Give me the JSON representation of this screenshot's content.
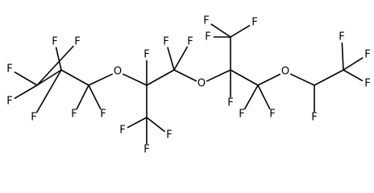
{
  "molecule": {
    "atoms": [
      {
        "id": "F1",
        "element": "F"
      },
      {
        "id": "F2",
        "element": "F"
      },
      {
        "id": "F3",
        "element": "F"
      },
      {
        "id": "C1",
        "element": "C"
      },
      {
        "id": "F4",
        "element": "F"
      },
      {
        "id": "F5",
        "element": "F"
      },
      {
        "id": "C2",
        "element": "C"
      },
      {
        "id": "F6",
        "element": "F"
      },
      {
        "id": "F7",
        "element": "F"
      },
      {
        "id": "C3",
        "element": "C"
      },
      {
        "id": "O1",
        "element": "O"
      },
      {
        "id": "C4",
        "element": "C"
      },
      {
        "id": "F8",
        "element": "F"
      },
      {
        "id": "C5",
        "element": "C"
      },
      {
        "id": "F9",
        "element": "F"
      },
      {
        "id": "F10",
        "element": "F"
      },
      {
        "id": "F11",
        "element": "F"
      },
      {
        "id": "C6",
        "element": "C"
      },
      {
        "id": "F12",
        "element": "F"
      },
      {
        "id": "F13",
        "element": "F"
      },
      {
        "id": "O2",
        "element": "O"
      },
      {
        "id": "C7",
        "element": "C"
      },
      {
        "id": "C8",
        "element": "C"
      },
      {
        "id": "F14",
        "element": "F"
      },
      {
        "id": "F15",
        "element": "F"
      },
      {
        "id": "F16",
        "element": "F"
      },
      {
        "id": "F17",
        "element": "F"
      },
      {
        "id": "C9",
        "element": "C"
      },
      {
        "id": "F18",
        "element": "F"
      },
      {
        "id": "F19",
        "element": "F"
      },
      {
        "id": "O3",
        "element": "O"
      },
      {
        "id": "C10",
        "element": "C"
      },
      {
        "id": "F20",
        "element": "F"
      },
      {
        "id": "C11",
        "element": "C"
      },
      {
        "id": "F21",
        "element": "F"
      },
      {
        "id": "F22",
        "element": "F"
      },
      {
        "id": "F23",
        "element": "F"
      }
    ],
    "bonds": [
      [
        "F1",
        "C1"
      ],
      [
        "F2",
        "C1"
      ],
      [
        "F3",
        "C1"
      ],
      [
        "C1",
        "C2"
      ],
      [
        "C2",
        "F4"
      ],
      [
        "C2",
        "F5"
      ],
      [
        "C2",
        "C3"
      ],
      [
        "C3",
        "F6"
      ],
      [
        "C3",
        "F7"
      ],
      [
        "C3",
        "O1"
      ],
      [
        "O1",
        "C4"
      ],
      [
        "C4",
        "F8"
      ],
      [
        "C4",
        "C5"
      ],
      [
        "C4",
        "C6"
      ],
      [
        "C5",
        "F9"
      ],
      [
        "C5",
        "F10"
      ],
      [
        "C5",
        "F11"
      ],
      [
        "C6",
        "F12"
      ],
      [
        "C6",
        "F13"
      ],
      [
        "C6",
        "O2"
      ],
      [
        "O2",
        "C7"
      ],
      [
        "C7",
        "C8"
      ],
      [
        "C7",
        "F17"
      ],
      [
        "C7",
        "C9"
      ],
      [
        "C8",
        "F14"
      ],
      [
        "C8",
        "F15"
      ],
      [
        "C8",
        "F16"
      ],
      [
        "C9",
        "F18"
      ],
      [
        "C9",
        "F19"
      ],
      [
        "C9",
        "O3"
      ],
      [
        "O3",
        "C10"
      ],
      [
        "C10",
        "F20"
      ],
      [
        "C10",
        "C11"
      ],
      [
        "C11",
        "F21"
      ],
      [
        "C11",
        "F22"
      ],
      [
        "C11",
        "F23"
      ]
    ]
  }
}
